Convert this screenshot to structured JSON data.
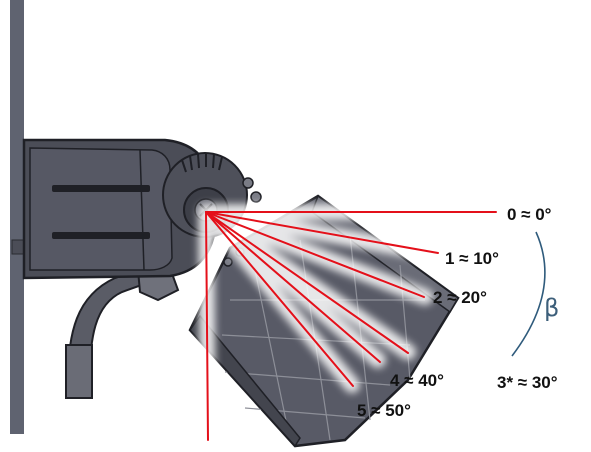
{
  "colors": {
    "wall": "#5f6370",
    "housing": "#4b4d57",
    "housing_dark": "#2f3038",
    "panel": "#585a66",
    "panel_lines": "#8d8f98",
    "ray": "#e4101a",
    "arc": "#2f5b7c",
    "label": "#111111"
  },
  "diagram": {
    "pivot_screw_icon": "screw-head-icon",
    "beta_symbol": "β",
    "angle_labels": [
      {
        "id": "0",
        "text": "0 ≈ 0°"
      },
      {
        "id": "1",
        "text": "1 ≈ 10°"
      },
      {
        "id": "2",
        "text": "2 ≈ 20°"
      },
      {
        "id": "3",
        "text": "3* ≈ 30°"
      },
      {
        "id": "4",
        "text": "4 ≈ 40°"
      },
      {
        "id": "5",
        "text": "5 ≈ 50°"
      }
    ]
  }
}
